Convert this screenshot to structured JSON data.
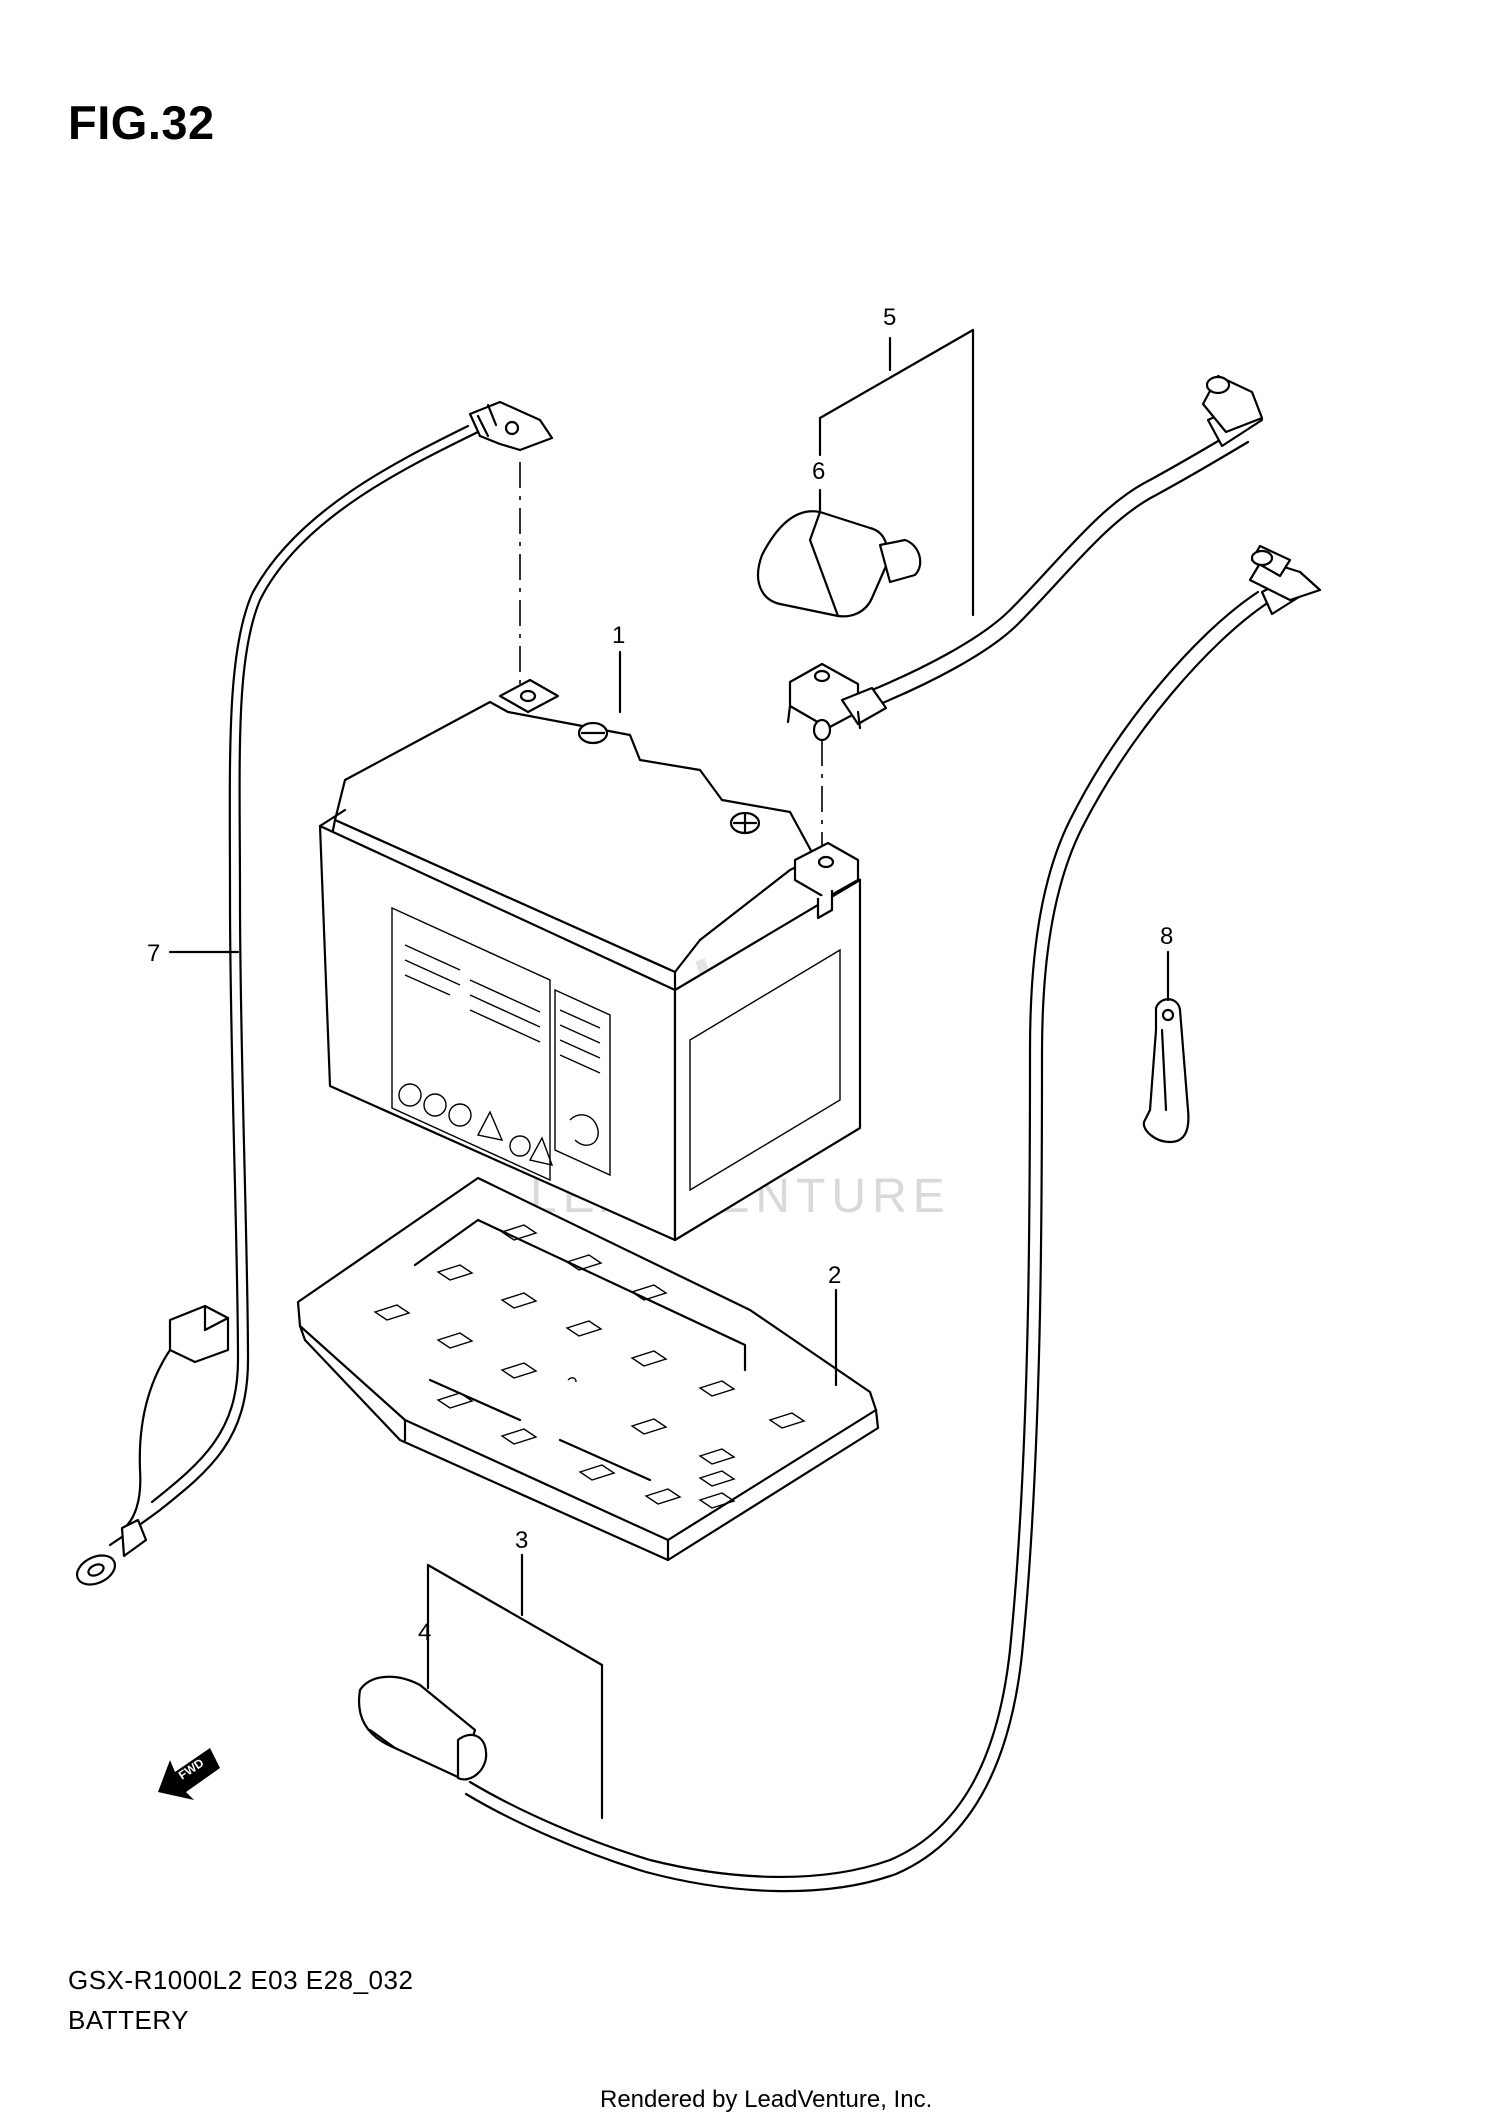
{
  "figure": {
    "title": "FIG.32"
  },
  "footer": {
    "model_code": "GSX-R1000L2 E03 E28_032",
    "section_name": "BATTERY"
  },
  "credit": "Rendered by LeadVenture, Inc.",
  "watermark": "LEADVENTURE",
  "fwd_label": "FWD",
  "callouts": [
    "1",
    "2",
    "3",
    "4",
    "5",
    "6",
    "7",
    "8"
  ]
}
